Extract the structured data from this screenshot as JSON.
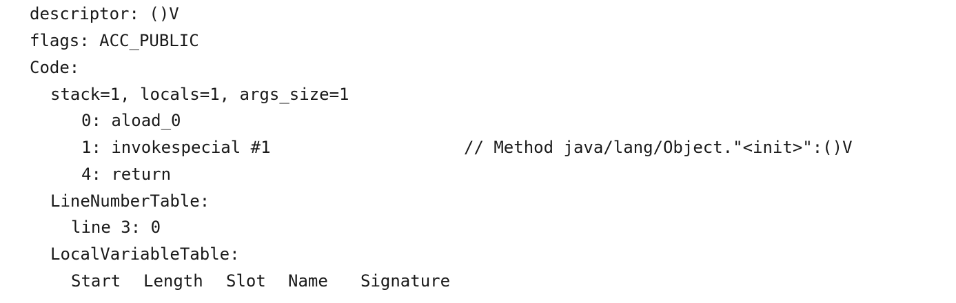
{
  "listing": {
    "descriptor": "descriptor: ()V",
    "flags": "flags: ACC_PUBLIC",
    "code_header": "Code:",
    "stack_info": "stack=1, locals=1, args_size=1",
    "instructions": [
      {
        "text": "0: aload_0"
      },
      {
        "text": "1: invokespecial #1"
      },
      {
        "text": "4: return"
      }
    ],
    "invokespecial_comment": "// Method java/lang/Object.\"<init>\":()V",
    "line_number_table_header": "LineNumberTable:",
    "line_number_entry": "line 3: 0",
    "local_variable_table_header": "LocalVariableTable:",
    "local_variable_columns": [
      "Start",
      "Length",
      "Slot",
      "Name",
      "Signature"
    ]
  }
}
